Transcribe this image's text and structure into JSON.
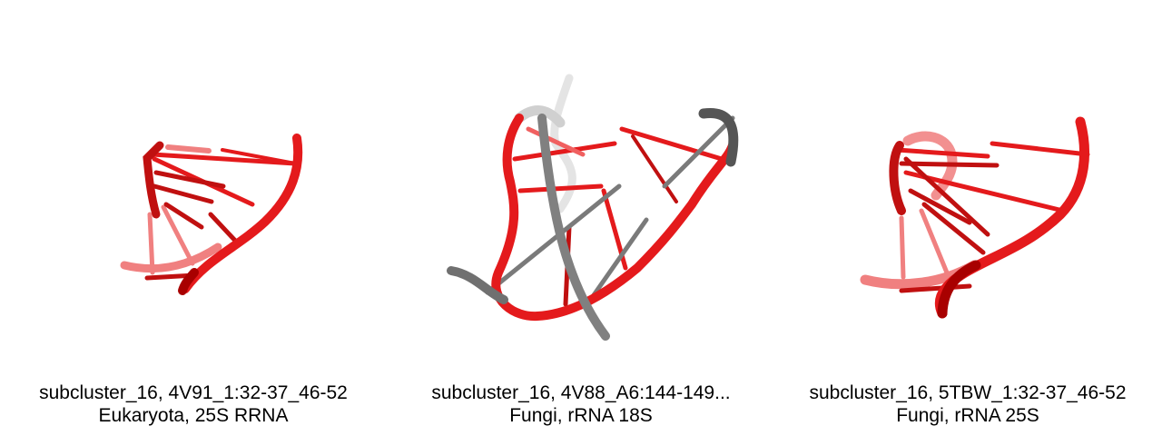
{
  "colors": {
    "red": "#e41a1c",
    "dark_red": "#a80000",
    "gray": "#6e6e6e",
    "light_gray": "#d0d0d0",
    "background": "#ffffff"
  },
  "panels": [
    {
      "title": "subcluster_16, 4V91_1:32-37_46-52",
      "subtitle": "Eukaryota, 25S RRNA"
    },
    {
      "title": "subcluster_16, 4V88_A6:144-149...",
      "subtitle": "Fungi, rRNA 18S"
    },
    {
      "title": "subcluster_16, 5TBW_1:32-37_46-52",
      "subtitle": "Fungi, rRNA 25S"
    }
  ]
}
